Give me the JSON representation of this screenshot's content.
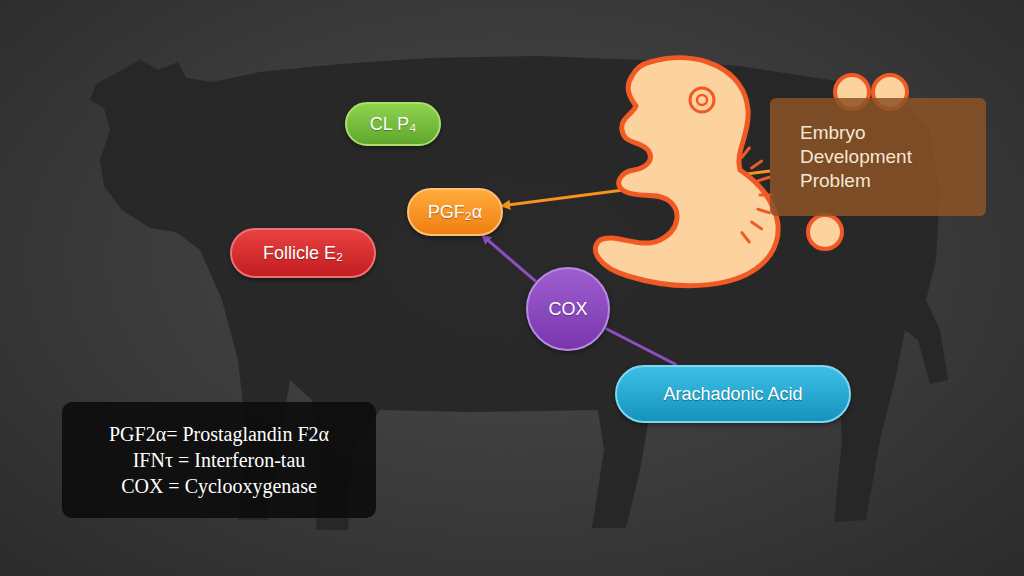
{
  "diagram": {
    "nodes": [
      {
        "text": [
          "CL P₄"
        ]
      },
      {
        "text": [
          "PGF₂α"
        ]
      },
      {
        "text": [
          "Follicle E₂"
        ]
      },
      {
        "text": [
          "COX"
        ]
      },
      {
        "text": [
          "Arachadonic Acid"
        ]
      },
      {
        "text": [
          "Embryo Development Problem"
        ]
      },
      {
        "text": [
          "PGF2α= Prostaglandin F2α",
          "IFNτ = Interferon-tau",
          "COX = Cyclooxygenase"
        ]
      }
    ],
    "edges": [
      {
        "from": 5,
        "to": 1,
        "arrow": "to"
      },
      {
        "from": 3,
        "to": 1,
        "arrow": "to"
      },
      {
        "from": 4,
        "to": 3,
        "arrow": "none"
      }
    ]
  }
}
